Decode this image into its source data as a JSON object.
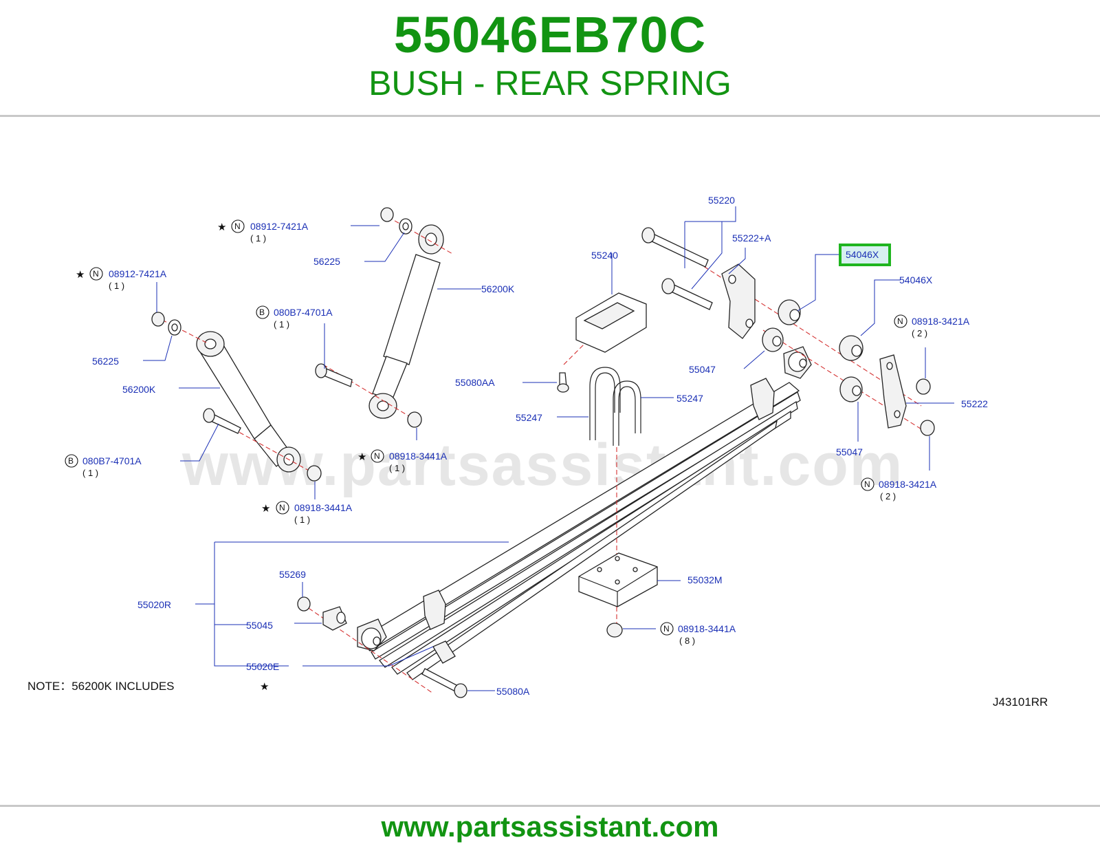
{
  "header": {
    "part_number": "55046EB70C",
    "part_description": "BUSH - REAR SPRING"
  },
  "footer": {
    "url": "www.partsassistant.com"
  },
  "diagram": {
    "watermark": "www.partsassistant.com",
    "note": "NOTE：56200K   INCLUDES",
    "note_star": "★",
    "diagram_code": "J43101RR",
    "highlighted_part": "54046X",
    "callout_letters": {
      "n": "N",
      "b": "B"
    },
    "labels": {
      "p55220": "55220",
      "p55222a": "55222+A",
      "p54046x_hl": "54046X",
      "p54046x": "54046X",
      "p08918_3421a_top": "08918-3421A",
      "q08918_3421a_top": "( 2 )",
      "p55222": "55222",
      "p55047_a": "55047",
      "p55047_b": "55047",
      "p08918_3421a_bot": "08918-3421A",
      "q08918_3421a_bot": "( 2 )",
      "p55240": "55240",
      "p55080aa": "55080AA",
      "p55247_a": "55247",
      "p55247_b": "55247",
      "p08912_7421a_top": "08912-7421A",
      "q08912_7421a_top": "( 1 )",
      "p56225_top": "56225",
      "p56200k_top": "56200K",
      "p080b7_4701a_top": "080B7-4701A",
      "q080b7_4701a_top": "( 1 )",
      "p08918_3441a_mid": "08918-3441A",
      "q08918_3441a_mid": "( 1 )",
      "p08912_7421a_left": "08912-7421A",
      "q08912_7421a_left": "( 1 )",
      "p56225_left": "56225",
      "p56200k_left": "56200K",
      "p080b7_4701a_left": "080B7-4701A",
      "q080b7_4701a_left": "( 1 )",
      "p08918_3441a_left": "08918-3441A",
      "q08918_3441a_left": "( 1 )",
      "p55020r": "55020R",
      "p55045": "55045",
      "p55020e": "55020E",
      "p55269": "55269",
      "p55080a": "55080A",
      "p55032m": "55032M",
      "p08918_3441a_bot": "08918-3441A",
      "q08918_3441a_bot": "( 8 )"
    }
  }
}
